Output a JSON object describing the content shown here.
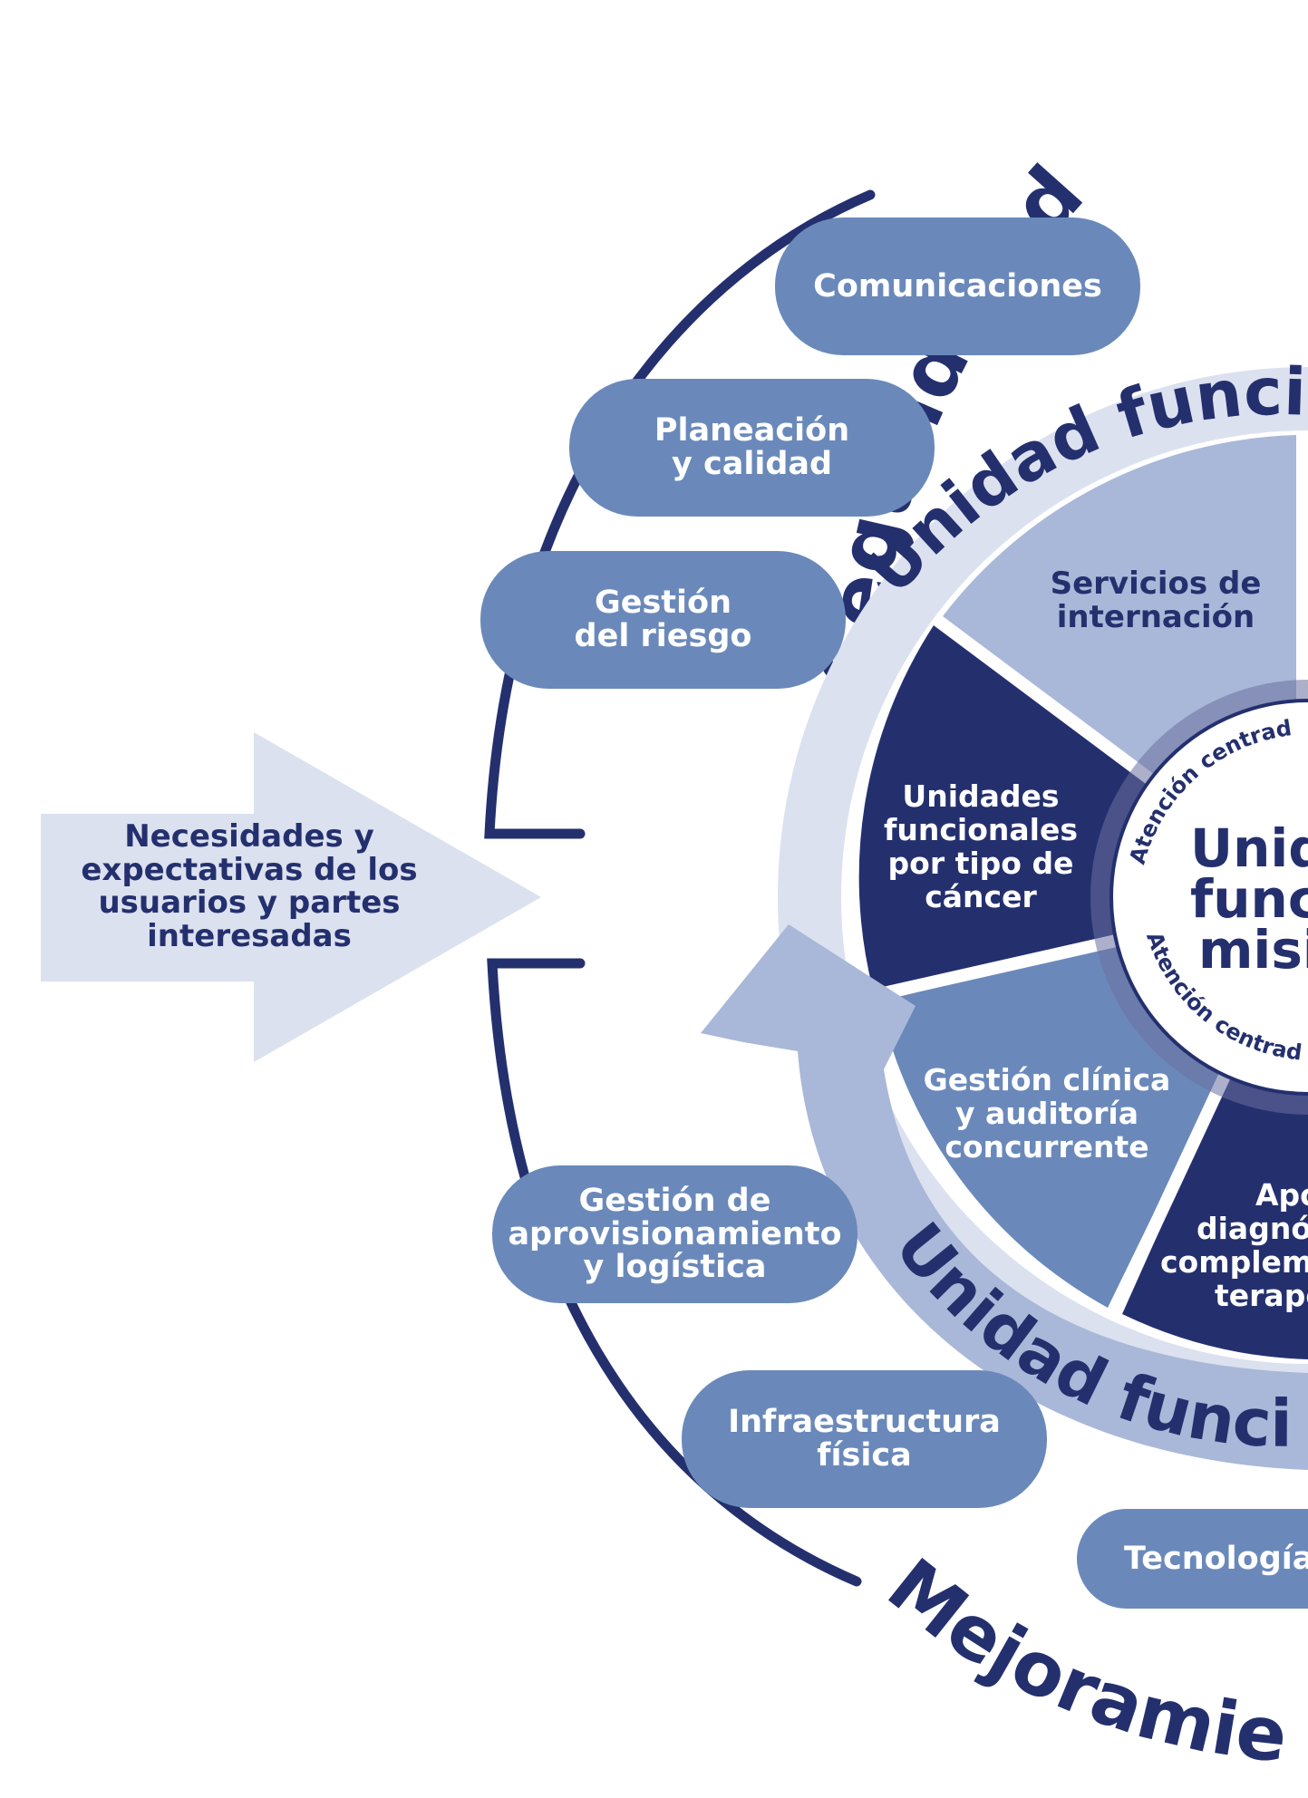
{
  "colors": {
    "navy": "#24306e",
    "mid_blue": "#6a89ba",
    "light_blue": "#a9b8d8",
    "pale_blue": "#dbe1ef",
    "white": "#ffffff"
  },
  "outer_ring": {
    "top_label": "Seguridad d",
    "bottom_label": "Mejoramien"
  },
  "input_arrow": {
    "label": "Necesidades y\nexpectativas de los\nusuarios y partes\ninteresadas"
  },
  "support_processes": [
    {
      "label": "Comunicaciones"
    },
    {
      "label": "Planeación\ny calidad"
    },
    {
      "label": "Gestión\ndel riesgo"
    },
    {
      "label": "Gestión de\naprovisionamiento\ny logística"
    },
    {
      "label": "Infraestructura\nfísica"
    },
    {
      "label": "Tecnología"
    }
  ],
  "middle_ring": {
    "top_label": "Unidad funcion",
    "bottom_label": "Unidad funcio"
  },
  "wheel_segments": [
    {
      "label": "Servicios de\ninternación",
      "color": "#a9b8d8",
      "text_color": "#24306e"
    },
    {
      "label": "Unidades\nfuncionales\npor tipo de\ncáncer",
      "color": "#24306e",
      "text_color": "#ffffff"
    },
    {
      "label": "Gestión clínica\ny auditoría\nconcurrente",
      "color": "#6a89ba",
      "text_color": "#ffffff"
    },
    {
      "label": "Apo\ndiagnó\ncomplem\nterape",
      "color": "#24306e",
      "text_color": "#ffffff"
    }
  ],
  "center": {
    "ring_top_text": "Atención centrad",
    "ring_bottom_text": "Atención centrad",
    "title_lines": [
      "Unid",
      "funci",
      "misi"
    ]
  }
}
